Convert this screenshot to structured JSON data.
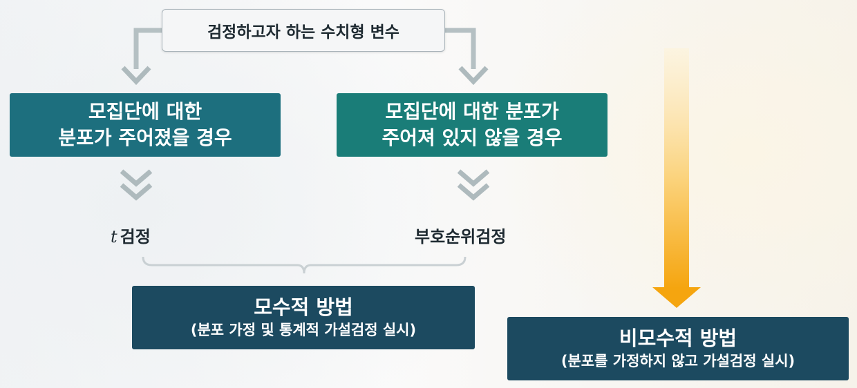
{
  "top_box": {
    "text": "검정하고자 하는 수치형 변수"
  },
  "left_case": {
    "line1": "모집단에 대한",
    "line2": "분포가 주어졌을 경우"
  },
  "right_case": {
    "line1": "모집단에 대한 분포가",
    "line2": "주어져 있지 않을 경우"
  },
  "left_test": {
    "symbol": "t",
    "text": "검정"
  },
  "right_test": {
    "text": "부호순위검정"
  },
  "parametric": {
    "title": "모수적 방법",
    "subtitle": "(분포 가정 및 통계적 가설검정 실시)"
  },
  "nonparametric": {
    "title": "비모수적 방법",
    "subtitle": "(분포를 가정하지 않고 가설검정 실시)"
  },
  "colors": {
    "connector": "#b5c0c3",
    "chevron": "#aebabd",
    "teal_left": "#1d6f7e",
    "teal_right": "#1a7d78",
    "navy": "#1c4a60",
    "orange_arrow_top": "#fbe9b8",
    "orange_arrow_bottom": "#f5a50f"
  }
}
